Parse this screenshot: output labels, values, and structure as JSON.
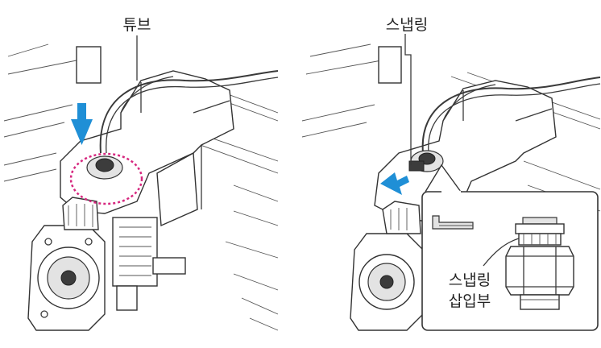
{
  "labels": {
    "tube": "튜브",
    "snapring": "스냅링",
    "snapring_slot_line1": "스냅링",
    "snapring_slot_line2": "삽입부"
  },
  "colors": {
    "arrow": "#1f8fd6",
    "highlight_circle": "#d6287f",
    "line": "#333333",
    "fill_light": "#e3e3e3"
  },
  "icons": {
    "push_arrow_down": "arrow-down-icon",
    "push_arrow_right": "arrow-right-icon"
  }
}
